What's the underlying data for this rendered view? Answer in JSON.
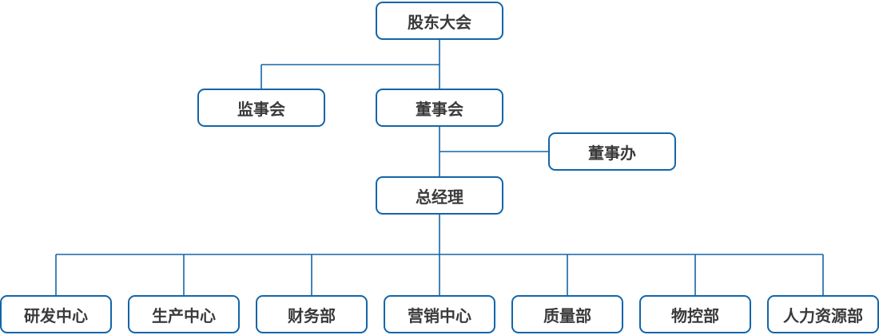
{
  "chart": {
    "type": "org-chart",
    "nodes": {
      "shareholders": {
        "label": "股东大会"
      },
      "supervisory": {
        "label": "监事会"
      },
      "board": {
        "label": "董事会"
      },
      "board_office": {
        "label": "董事办"
      },
      "gm": {
        "label": "总经理"
      },
      "rd": {
        "label": "研发中心"
      },
      "production": {
        "label": "生产中心"
      },
      "finance": {
        "label": "财务部"
      },
      "marketing": {
        "label": "营销中心"
      },
      "quality": {
        "label": "质量部"
      },
      "material": {
        "label": "物控部"
      },
      "hr": {
        "label": "人力资源部"
      }
    },
    "edges": [
      {
        "from": "shareholders",
        "to": "supervisory"
      },
      {
        "from": "shareholders",
        "to": "board"
      },
      {
        "from": "board",
        "to": "board_office"
      },
      {
        "from": "board",
        "to": "gm"
      },
      {
        "from": "gm",
        "to": "rd"
      },
      {
        "from": "gm",
        "to": "production"
      },
      {
        "from": "gm",
        "to": "finance"
      },
      {
        "from": "gm",
        "to": "marketing"
      },
      {
        "from": "gm",
        "to": "quality"
      },
      {
        "from": "gm",
        "to": "material"
      },
      {
        "from": "gm",
        "to": "hr"
      }
    ],
    "colors": {
      "border": "#1365a8",
      "line": "#1365a8",
      "text": "#3a3a3a",
      "background": "#ffffff"
    }
  }
}
